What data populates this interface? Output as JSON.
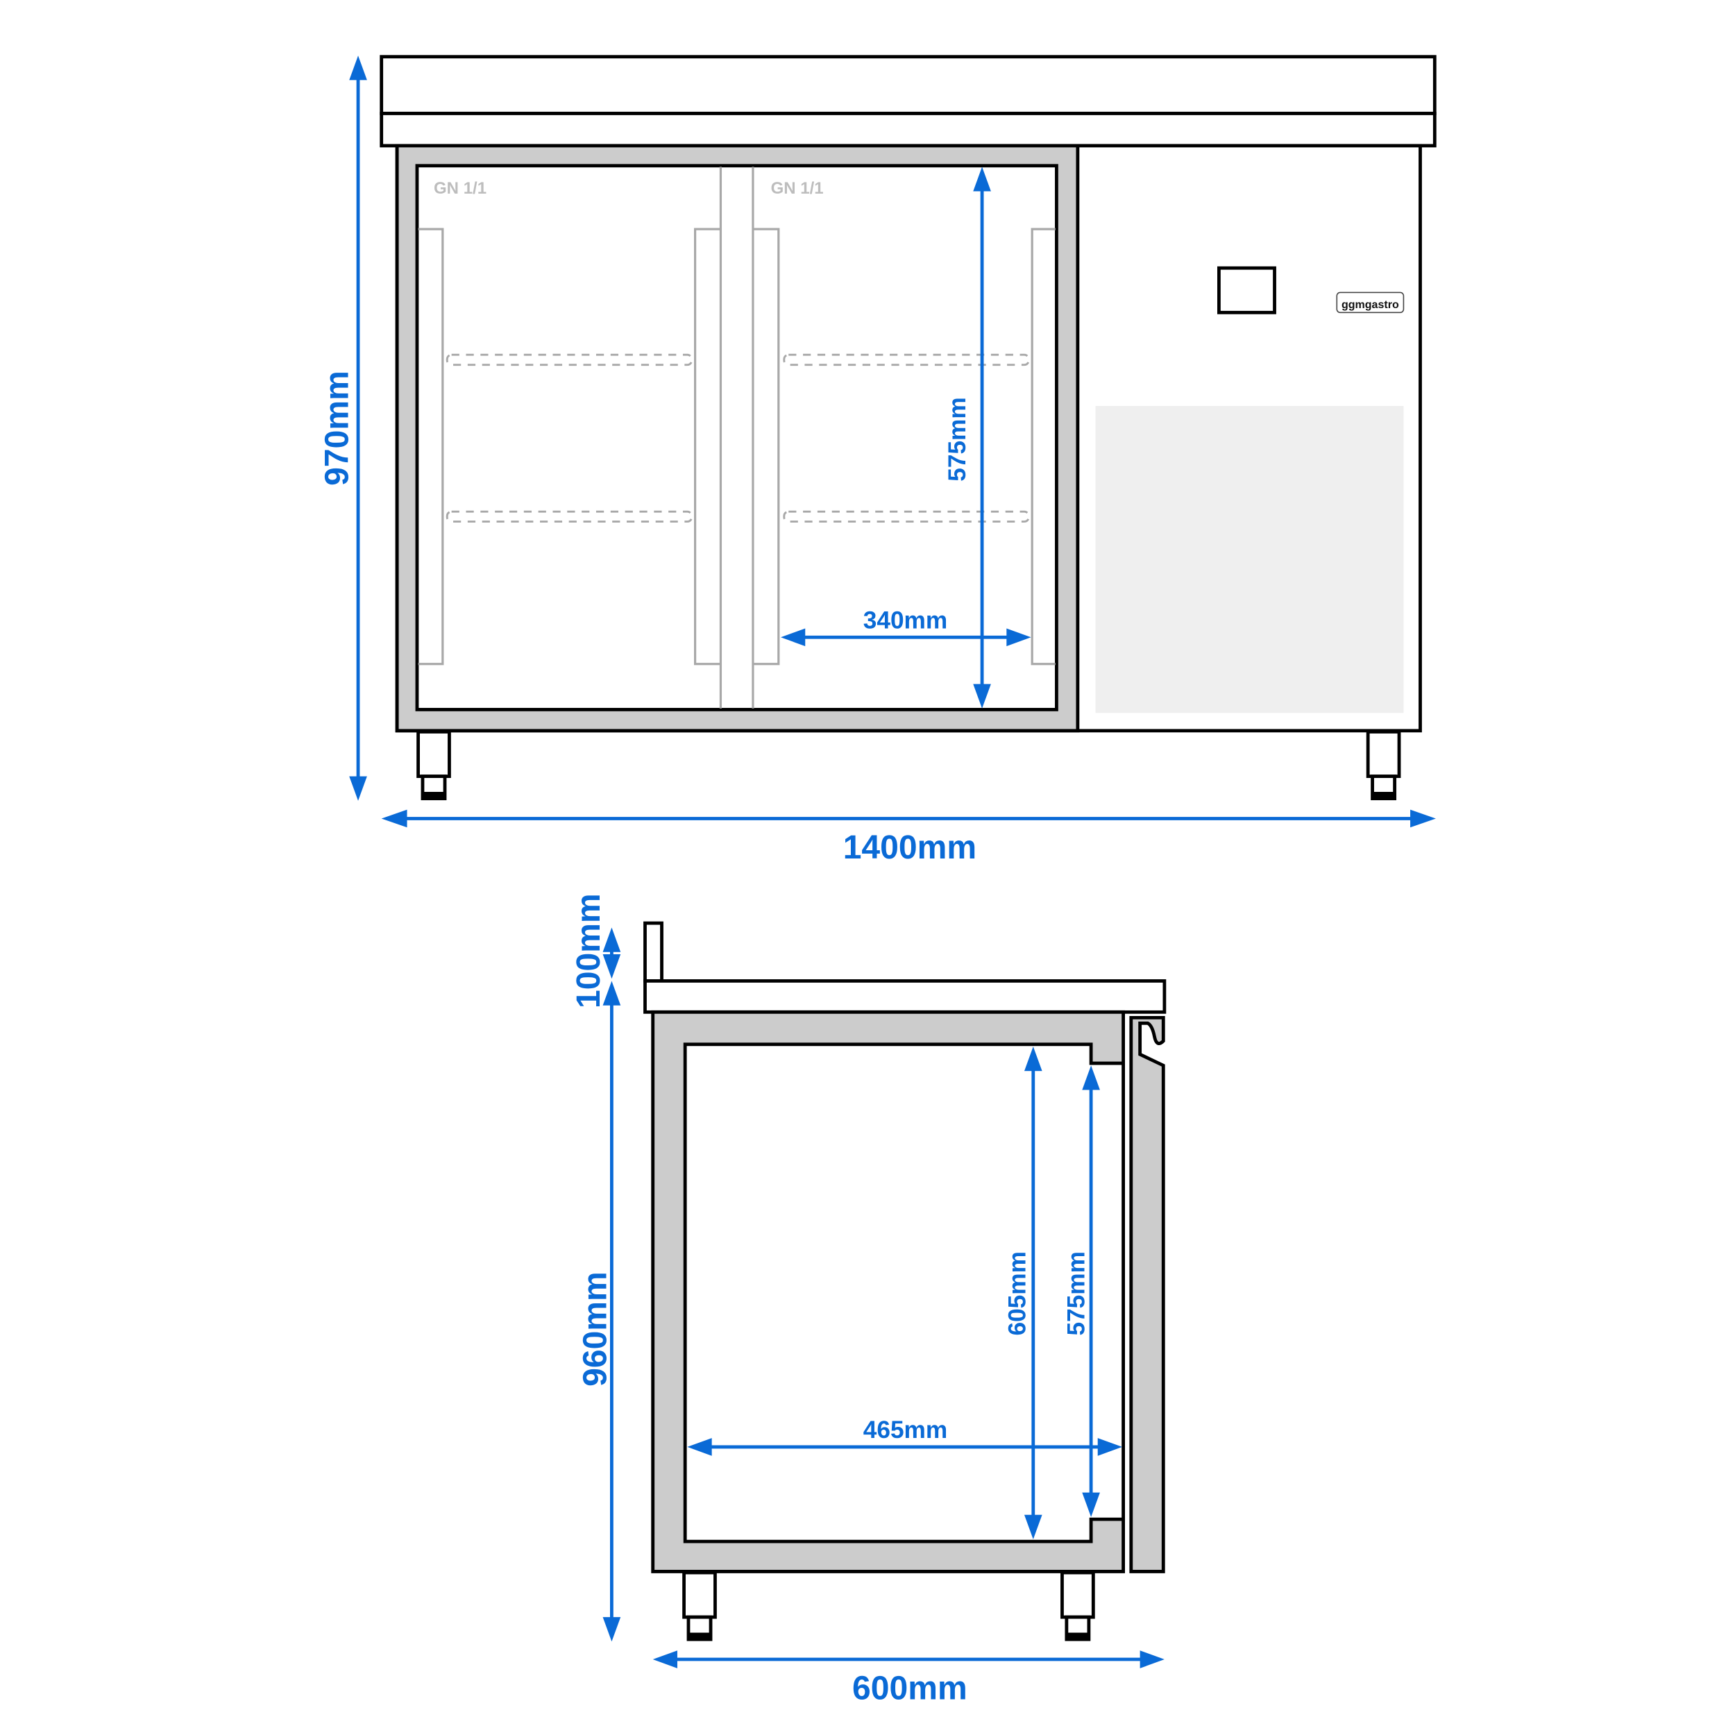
{
  "front_view": {
    "height_label": "970mm",
    "width_label": "1400mm",
    "interior_height_label": "575mm",
    "shelf_width_label": "340mm",
    "compartments": [
      {
        "label": "GN 1/1"
      },
      {
        "label": "GN 1/1"
      }
    ],
    "brand_badge": "ggmgastro"
  },
  "side_view": {
    "upstand_height_label": "100mm",
    "body_height_label": "960mm",
    "depth_label": "600mm",
    "interior_depth_label": "465mm",
    "interior_height_label": "605mm",
    "door_opening_height_label": "575mm"
  },
  "colors": {
    "dimension_blue": "#0a6ad6",
    "wall_gray": "#cccccc",
    "panel_gray": "#efefef",
    "outline": "#000000"
  }
}
